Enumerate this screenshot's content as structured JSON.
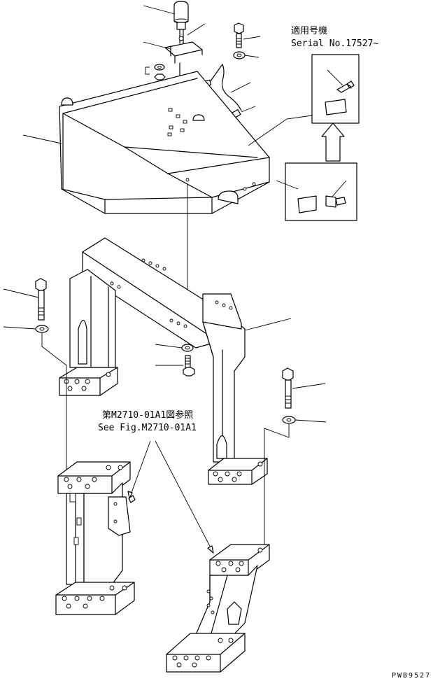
{
  "notes": {
    "serial_applicability_jp": "適用号機",
    "serial_applicability_en": "Serial No.17527~",
    "see_fig_jp": "第M2710-01A1図参照",
    "see_fig_en": "See Fig.M2710-01A1"
  },
  "drawing_code": "PWB9527"
}
